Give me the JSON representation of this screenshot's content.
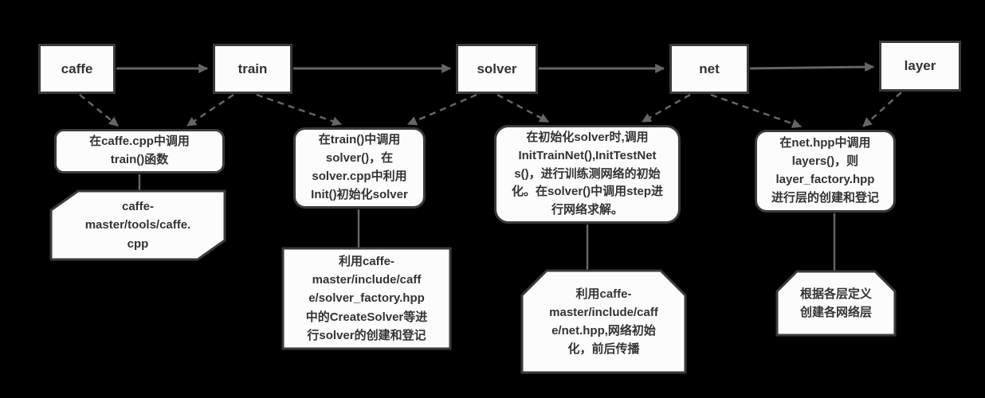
{
  "colors": {
    "background": "#000000",
    "box_fill": "#fcfcfc",
    "box_border": "#3a3a3a",
    "text": "#333333",
    "connector": "#656565"
  },
  "nodes": [
    {
      "label": "caffe"
    },
    {
      "label": "train"
    },
    {
      "label": "solver"
    },
    {
      "label": "net"
    },
    {
      "label": "layer"
    }
  ],
  "notes": [
    {
      "text": "在caffe.cpp中调用\ntrain()函数"
    },
    {
      "text": "在train()中调用\nsolver()，在\nsolver.cpp中利用\nInit()初始化solver"
    },
    {
      "text": "在初始化solver时,调用\nInitTrainNet(),InitTestNet\ns()，进行训练测网络的初始\n化。在solver()中调用step进\n行网络求解。"
    },
    {
      "text": "在net.hpp中调用\nlayers()，则\nlayer_factory.hpp\n进行层的创建和登记"
    }
  ],
  "files": [
    {
      "text": "caffe-\nmaster/tools/caffe.\ncpp"
    },
    {
      "text": "利用caffe-\nmaster/include/caff\ne/solver_factory.hpp\n中的CreateSolver等进\n行solver的创建和登记"
    },
    {
      "text": "利用caffe-\nmaster/include/caff\ne/net.hpp,网络初始\n化，前后传播"
    },
    {
      "text": "根据各层定义\n创建各网络层"
    }
  ]
}
